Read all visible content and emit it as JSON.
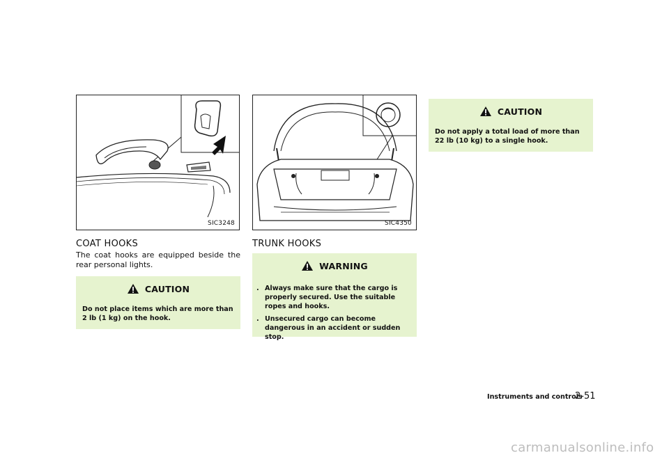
{
  "left_column": {
    "figure_code": "SIC3248",
    "heading": "COAT HOOKS",
    "body": "The coat hooks are equipped beside the rear personal lights.",
    "caution": {
      "title": "CAUTION",
      "text": "Do not place items which are more than 2 lb (1 kg) on the hook."
    }
  },
  "middle_column": {
    "figure_code": "SIC4350",
    "heading": "TRUNK HOOKS",
    "warning": {
      "title": "WARNING",
      "items": [
        "Always make sure that the cargo is properly secured. Use the suitable ropes and hooks.",
        "Unsecured cargo can become dangerous in an accident or sudden stop."
      ],
      "bullet": "."
    }
  },
  "right_column": {
    "caution": {
      "title": "CAUTION",
      "text": "Do not apply a total load of more than 22 lb (10 kg) to a single hook."
    }
  },
  "footer": {
    "section": "Instruments and controls",
    "page": "2-51"
  },
  "watermark": "carmanualsonline.info",
  "colors": {
    "notice_bg": "#e6f3cf"
  }
}
